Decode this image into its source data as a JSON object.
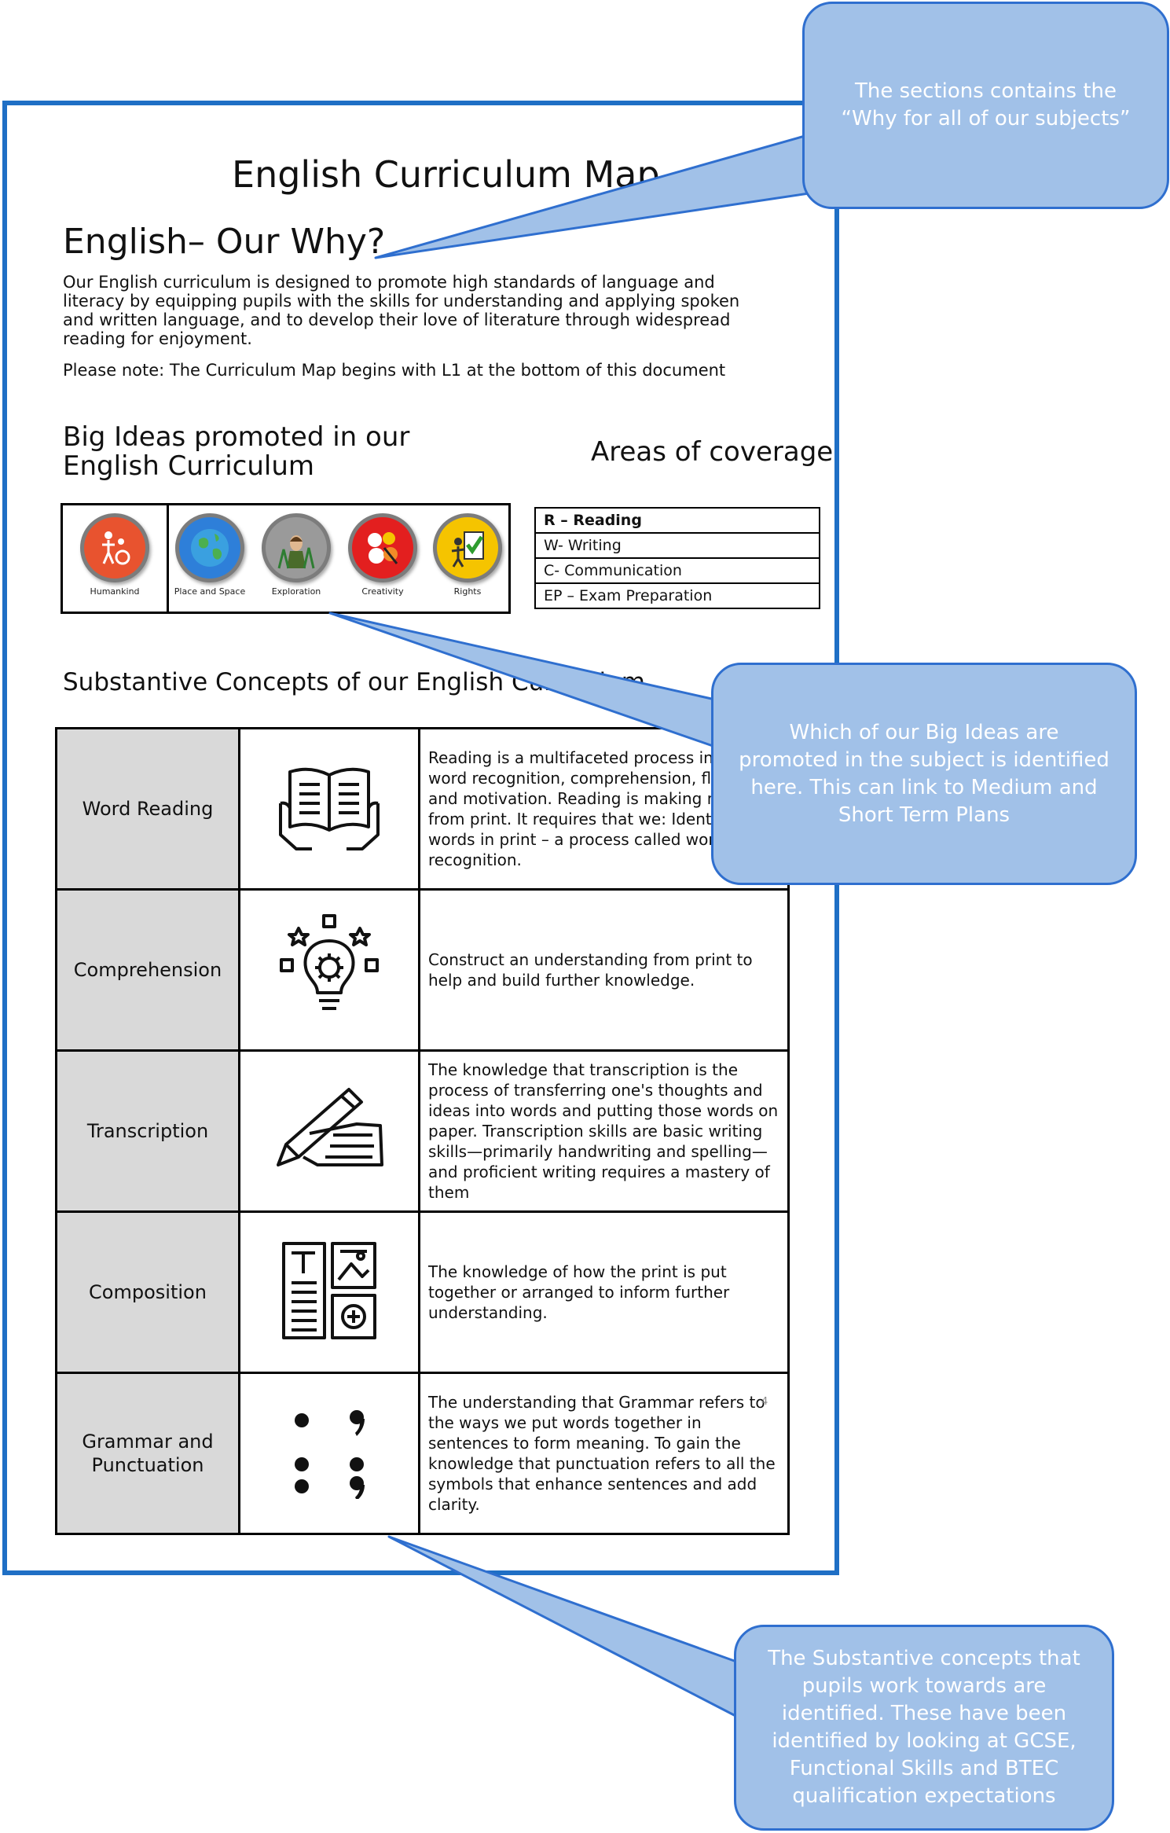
{
  "document": {
    "title": "English Curriculum Map",
    "why_heading": "English– Our Why?",
    "intro": "Our English curriculum is designed to promote high standards of language and literacy by equipping pupils with the skills for understanding and applying spoken and written language, and to develop their love of literature through widespread reading for enjoyment.",
    "note": "Please note: The Curriculum Map begins with L1 at the bottom of this document",
    "big_ideas_heading": "Big Ideas promoted in our English  Curriculum",
    "areas_heading": "Areas of coverage",
    "big_ideas": [
      {
        "label": "Humankind",
        "icon": "humankind-icon",
        "color": "#e8532f"
      },
      {
        "label": "Place and Space",
        "icon": "globe-icon",
        "color": "#2e7fd9"
      },
      {
        "label": "Exploration",
        "icon": "explorer-icon",
        "color": "#9a9a9a"
      },
      {
        "label": "Creativity",
        "icon": "creativity-icon",
        "color": "#e31f1f"
      },
      {
        "label": "Rights",
        "icon": "rights-icon",
        "color": "#f5c400"
      }
    ],
    "areas": [
      {
        "text": "R – Reading"
      },
      {
        "text": "W- Writing"
      },
      {
        "text": "C- Communication"
      },
      {
        "text": "EP – Exam Preparation"
      }
    ],
    "substantive_heading": "Substantive Concepts of our English Curriculum",
    "concepts": [
      {
        "name": "Word Reading",
        "icon": "open-book-icon",
        "description": "Reading is a multifaceted process involving word recognition, comprehension, fluency, and motivation. Reading is making meaning from print. It requires that we: Identify the words in print – a process called word recognition."
      },
      {
        "name": "Comprehension",
        "icon": "lightbulb-gear-icon",
        "description": "Construct an understanding from print to help and build further knowledge."
      },
      {
        "name": "Transcription",
        "icon": "hand-pencil-icon",
        "description": "The knowledge that transcription is the process of transferring one's thoughts and ideas into words and putting those words on paper. Transcription skills are basic writing skills—primarily handwriting and spelling—and proficient writing requires a mastery of them"
      },
      {
        "name": "Composition",
        "icon": "layout-icon",
        "description": "The knowledge of how the print is put together or arranged to inform further understanding."
      },
      {
        "name": "Grammar and Punctuation",
        "icon": "punctuation-icon",
        "description": "The understanding that Grammar refers to the ways we put words together in sentences to form meaning. To gain the knowledge that punctuation refers to all the symbols that enhance sentences and add clarity."
      }
    ],
    "page_number": "4"
  },
  "callouts": {
    "why": "The sections contains the “Why for all of our subjects”",
    "big_ideas": "Which of our Big Ideas are promoted in the subject is identified here. This can link to Medium and Short Term Plans",
    "concepts": "The Substantive concepts that pupils work towards are identified. These have been identified by looking at GCSE, Functional Skills and BTEC qualification expectations"
  },
  "colors": {
    "doc_border": "#1f6fc5",
    "callout_fill": "#a1c1e8",
    "callout_border": "#2f6fcf",
    "concept_name_bg": "#d9d9d9"
  }
}
